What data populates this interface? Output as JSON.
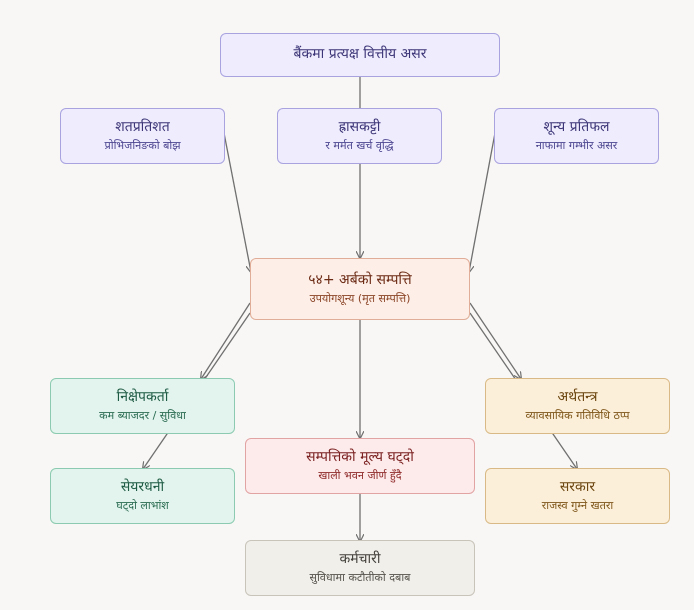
{
  "nodes": {
    "root": {
      "title": "बैंकमा प्रत्यक्ष वित्तीय असर"
    },
    "cause1": {
      "title": "शतप्रतिशत",
      "subtitle": "प्रोभिजनिङको बोझ"
    },
    "cause2": {
      "title": "ह्रासकट्टी",
      "subtitle": "र मर्मत खर्च वृद्धि"
    },
    "cause3": {
      "title": "शून्य प्रतिफल",
      "subtitle": "नाफामा गम्भीर असर"
    },
    "core": {
      "title": "५४+ अर्बको सम्पत्ति",
      "subtitle": "उपयोगशून्य (मृत सम्पत्ति)"
    },
    "depositors": {
      "title": "निक्षेपकर्ता",
      "subtitle": "कम ब्याजदर / सुविधा"
    },
    "shareholders": {
      "title": "सेयरधनी",
      "subtitle": "घट्दो लाभांश"
    },
    "asset_value": {
      "title": "सम्पत्तिको मूल्य घट्दो",
      "subtitle": "खाली भवन जीर्ण हुँदै"
    },
    "employees": {
      "title": "कर्मचारी",
      "subtitle": "सुविधामा कटौतीको दबाब"
    },
    "economy": {
      "title": "अर्थतन्त्र",
      "subtitle": "व्यावसायिक गतिविधि ठप्प"
    },
    "government": {
      "title": "सरकार",
      "subtitle": "राजस्व गुम्ने खतरा"
    }
  },
  "colors": {
    "edge": "#707070",
    "purple_fill": "#eeecfd",
    "center_fill": "#fdeee7",
    "green_fill": "#e2f4ed",
    "red_fill": "#fdeaea",
    "orange_fill": "#fcefd9",
    "gray_fill": "#f1efea"
  }
}
